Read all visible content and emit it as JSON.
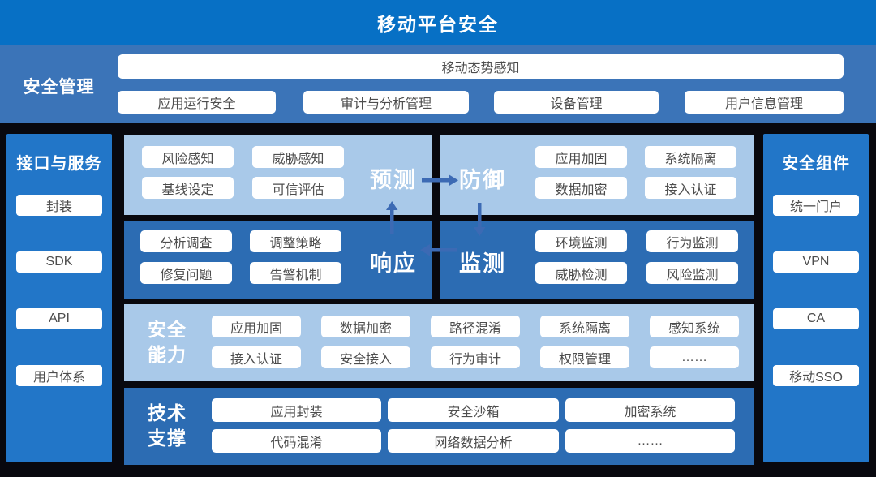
{
  "colors": {
    "banner": "#0770c5",
    "band": "#3b74b8",
    "dark_bg": "#08080e",
    "sidebar": "#2276c8",
    "panel_light": "#a9c9e9",
    "panel_medium": "#2c6cb3",
    "arrow": "#3c6ab4",
    "box_text": "#4d4d4d"
  },
  "header": {
    "title": "移动平台安全"
  },
  "management": {
    "label": "安全管理",
    "wide_box": "移动态势感知",
    "boxes": [
      "应用运行安全",
      "审计与分析管理",
      "设备管理",
      "用户信息管理"
    ]
  },
  "left_sidebar": {
    "title": "接口与服务",
    "items": [
      "封装",
      "SDK",
      "API",
      "用户体系"
    ]
  },
  "right_sidebar": {
    "title": "安全组件",
    "items": [
      "统一门户",
      "VPN",
      "CA",
      "移动SSO"
    ]
  },
  "quadrants": {
    "predict": {
      "label": "预测",
      "items": [
        "风险感知",
        "威胁感知",
        "基线设定",
        "可信评估"
      ]
    },
    "defend": {
      "label": "防御",
      "items": [
        "应用加固",
        "系统隔离",
        "数据加密",
        "接入认证"
      ]
    },
    "respond": {
      "label": "响应",
      "items": [
        "分析调查",
        "调整策略",
        "修复问题",
        "告警机制"
      ]
    },
    "monitor": {
      "label": "监测",
      "items": [
        "环境监测",
        "行为监测",
        "威胁检测",
        "风险监测"
      ]
    }
  },
  "capability": {
    "label": "安全能力",
    "row1": [
      "应用加固",
      "数据加密",
      "路径混淆",
      "系统隔离",
      "感知系统"
    ],
    "row2": [
      "接入认证",
      "安全接入",
      "行为审计",
      "权限管理",
      "……"
    ]
  },
  "support": {
    "label": "技术支撑",
    "row1": [
      "应用封装",
      "安全沙箱",
      "加密系统"
    ],
    "row2": [
      "代码混淆",
      "网络数据分析",
      "……"
    ]
  }
}
